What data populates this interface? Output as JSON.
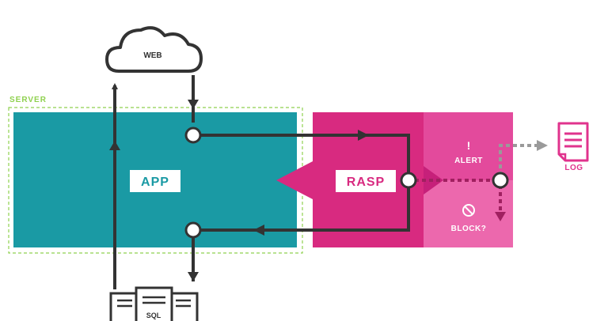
{
  "labels": {
    "web": "WEB",
    "server": "SERVER",
    "app": "APP",
    "rasp": "RASP",
    "alert_glyph": "!",
    "alert": "ALERT",
    "block": "BLOCK?",
    "log": "LOG",
    "sql": "SQL"
  },
  "colors": {
    "app_teal": "#1a9aa4",
    "rasp_magenta": "#d82a80",
    "rasp_dark": "#c6207a",
    "panel_pink": "#e34a9c",
    "panel_light": "#ec68ad",
    "server_green": "#8fd14f",
    "line_dark": "#333333",
    "dotted_gray": "#9a9a9a",
    "log_pink": "#e0338d"
  },
  "icons": [
    "cloud-icon",
    "log-document-icon",
    "sql-database-icon",
    "block-icon"
  ]
}
